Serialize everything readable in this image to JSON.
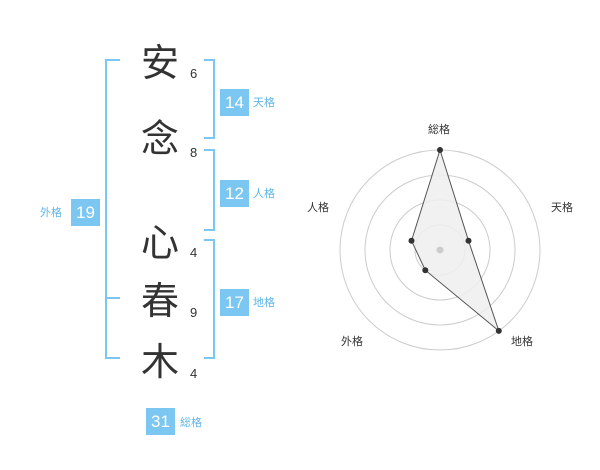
{
  "name": {
    "characters": [
      {
        "char": "安",
        "strokes": "6"
      },
      {
        "char": "念",
        "strokes": "8"
      },
      {
        "char": "心",
        "strokes": "4"
      },
      {
        "char": "春",
        "strokes": "9"
      },
      {
        "char": "木",
        "strokes": "4"
      }
    ]
  },
  "kaku": {
    "tenkaku": {
      "value": "14",
      "label": "天格"
    },
    "jinkaku": {
      "value": "12",
      "label": "人格"
    },
    "chikaku": {
      "value": "17",
      "label": "地格"
    },
    "gaikaku": {
      "value": "19",
      "label": "外格"
    },
    "soukaku": {
      "value": "31",
      "label": "総格"
    }
  },
  "radar": {
    "axes": [
      "総格",
      "天格",
      "地格",
      "外格",
      "人格"
    ],
    "scores": [
      1.0,
      0.3,
      1.0,
      0.25,
      0.3
    ],
    "rings": 4,
    "colors": {
      "ring": "#cccccc",
      "fill": "#eeeeee",
      "line": "#555555",
      "point": "#333333",
      "center": "#cccccc"
    }
  },
  "colors": {
    "accent": "#7cc7f2",
    "accent_text": "#5fb6e8",
    "text": "#333333"
  }
}
